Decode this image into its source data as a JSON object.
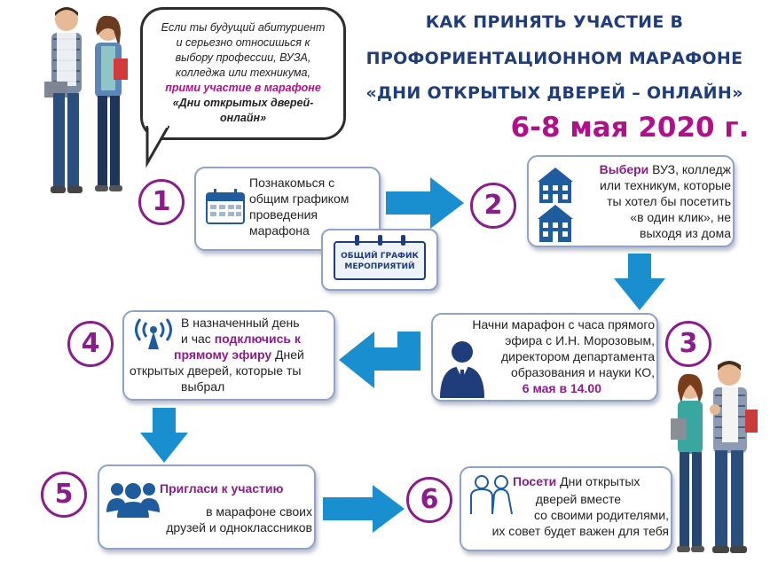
{
  "title": {
    "line1": "КАК ПРИНЯТЬ УЧАСТИЕ В",
    "line2": "ПРОФОРИЕНТАЦИОННОМ МАРАФОНЕ",
    "line3": "«ДНИ ОТКРЫТЫХ ДВЕРЕЙ – ОНЛАЙН»",
    "date": "6-8 мая 2020 г."
  },
  "bubble": {
    "line1": "Если ты будущий абитуриент",
    "line2": "и серьезно относишься к",
    "line3": "выбору профессии, ВУЗА,",
    "line4": "колледжа или техникума,",
    "highlight": "прими участие в марафоне",
    "line6": "«Дни открытых дверей-",
    "line7": "онлайн»"
  },
  "steps": [
    {
      "number": "1",
      "text": [
        "Познакомься с",
        "общим графиком",
        "проведения",
        "марафона"
      ],
      "icon": "calendar-icon"
    },
    {
      "number": "2",
      "accent": "Выбери",
      "text": [
        " ВУЗ, колледж",
        "или техникум, которые",
        "ты хотел бы посетить",
        "«в один клик», не",
        "выходя из дома"
      ],
      "icon": "buildings-icon"
    },
    {
      "number": "3",
      "text": [
        "Начни марафон с часа прямого",
        "эфира с И.Н. Морозовым,",
        "директором департамента",
        "образования и науки КО,"
      ],
      "accent": "6 мая в 14.00",
      "icon": "speaker-icon"
    },
    {
      "number": "4",
      "text_a": "В назначенный день",
      "text_b": "и час ",
      "accent": "подключись к",
      "accent2": "прямому эфиру",
      "text_c": " Дней",
      "text_d": "открытых дверей, которые ты",
      "text_e": "выбрал",
      "icon": "broadcast-icon"
    },
    {
      "number": "5",
      "accent": "Пригласи к участию",
      "text": [
        "в марафоне своих",
        "друзей и одноклассников"
      ],
      "icon": "group-icon"
    },
    {
      "number": "6",
      "accent": "Посети",
      "text_a": " Дни открытых",
      "text": [
        "дверей вместе",
        "со своими родителями,",
        "их совет будет важен для тебя"
      ],
      "icon": "parents-icon"
    }
  ],
  "schedule_card": {
    "line1": "ОБЩИЙ ГРАФИК",
    "line2": "МЕРОПРИЯТИЙ"
  },
  "colors": {
    "title": "#1f3d7a",
    "accent": "#b0118a",
    "number": "#8a1c8c",
    "arrow": "#1a8fd0",
    "icon": "#1f5c9e"
  }
}
